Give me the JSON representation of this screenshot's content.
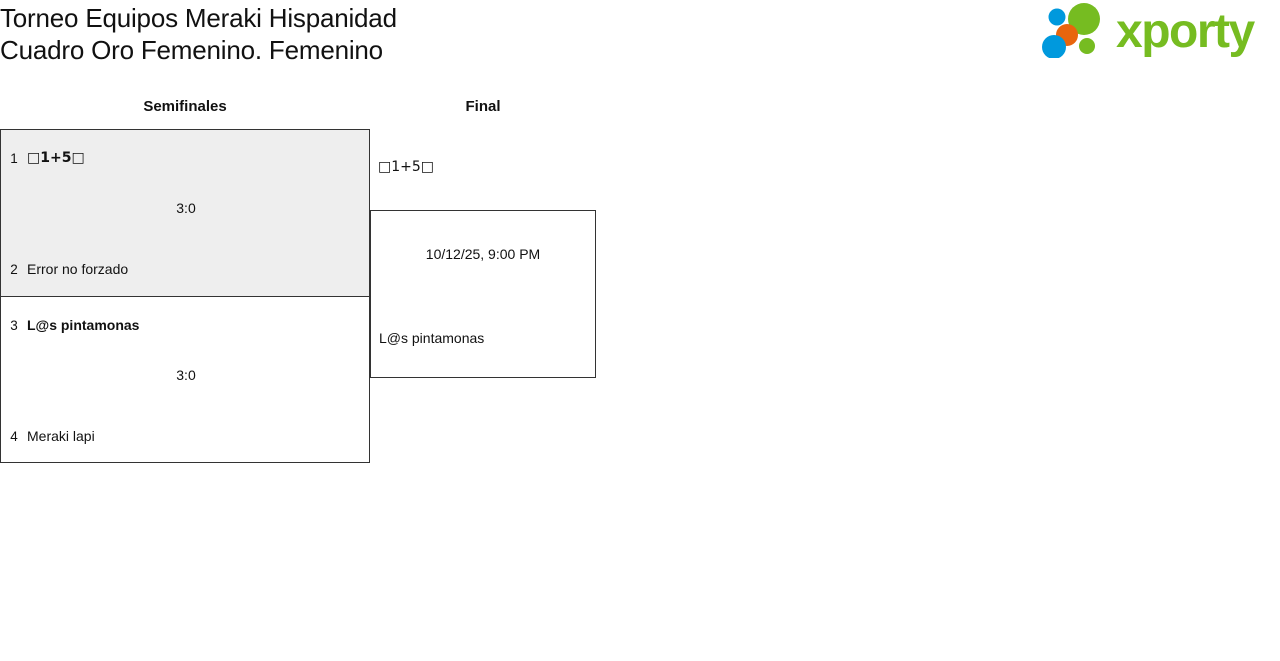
{
  "header": {
    "title_line1": "Torneo Equipos Meraki Hispanidad",
    "title_line2": "Cuadro Oro Femenino. Femenino",
    "logo_text": "xporty",
    "logo_colors": {
      "green": "#76bc21",
      "blue": "#0099dd",
      "orange": "#e8650d"
    }
  },
  "bracket": {
    "rounds": [
      {
        "label": "Semifinales"
      },
      {
        "label": "Final"
      }
    ],
    "semifinals": [
      {
        "shaded": true,
        "top": {
          "seed": "1",
          "name": "□1+5□",
          "winner": true
        },
        "bottom": {
          "seed": "2",
          "name": "Error no forzado",
          "winner": false
        },
        "score": "3:0"
      },
      {
        "shaded": false,
        "top": {
          "seed": "3",
          "name": "L@s pintamonas",
          "winner": true
        },
        "bottom": {
          "seed": "4",
          "name": "Meraki lapi",
          "winner": false
        },
        "score": "3:0"
      }
    ],
    "final": {
      "advanced_team": "□1+5□",
      "date": "10/12/25, 9:00 PM",
      "second_team": "L@s pintamonas"
    }
  }
}
